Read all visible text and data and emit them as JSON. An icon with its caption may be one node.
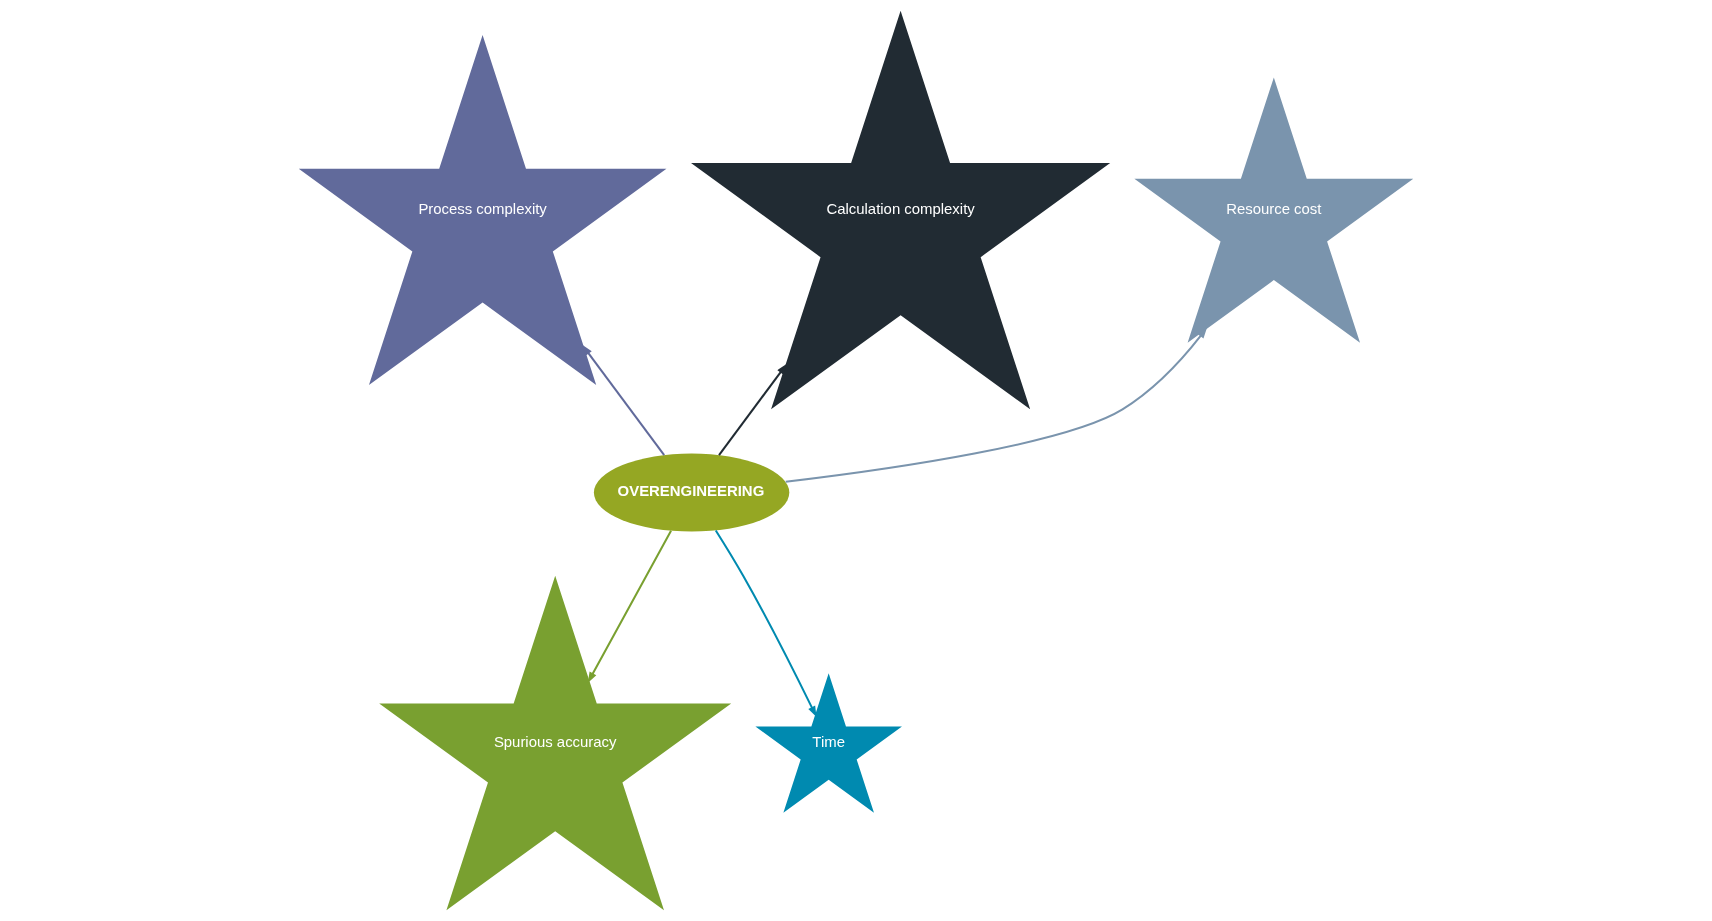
{
  "diagram": {
    "nodes": [
      {
        "text": [
          "Calculation complexity"
        ]
      },
      {
        "text": [
          "Process complexity"
        ]
      },
      {
        "text": [
          "Resource cost"
        ]
      },
      {
        "text": [
          "OVERENGINEERING"
        ]
      },
      {
        "text": [
          "Spurious accuracy"
        ]
      },
      {
        "text": [
          "Time"
        ]
      }
    ],
    "edges": [
      {
        "from": 3,
        "to": 1,
        "arrow": "to",
        "color": "#616a9b"
      },
      {
        "from": 3,
        "to": 0,
        "arrow": "to",
        "color": "#212b33"
      },
      {
        "from": 3,
        "to": 2,
        "arrow": "to",
        "color": "#7a94ad"
      },
      {
        "from": 3,
        "to": 4,
        "arrow": "to",
        "color": "#79a030"
      },
      {
        "from": 3,
        "to": 5,
        "arrow": "to",
        "color": "#008ab0"
      }
    ]
  }
}
